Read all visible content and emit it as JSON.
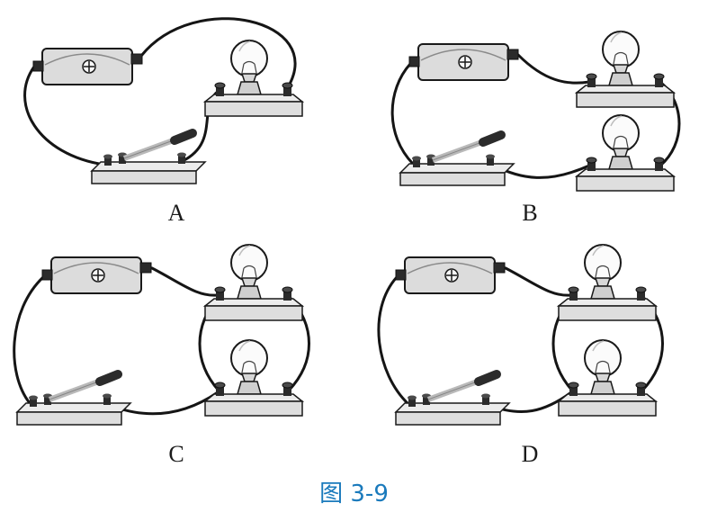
{
  "figure": {
    "caption": "图 3-9",
    "caption_color": "#1a7abc"
  },
  "panels": [
    {
      "label": "A",
      "components": [
        "battery",
        "bulb",
        "switch"
      ]
    },
    {
      "label": "B",
      "components": [
        "battery",
        "bulb",
        "bulb",
        "switch"
      ]
    },
    {
      "label": "C",
      "components": [
        "battery",
        "bulb",
        "bulb",
        "switch"
      ]
    },
    {
      "label": "D",
      "components": [
        "battery",
        "bulb",
        "bulb",
        "switch"
      ]
    }
  ]
}
